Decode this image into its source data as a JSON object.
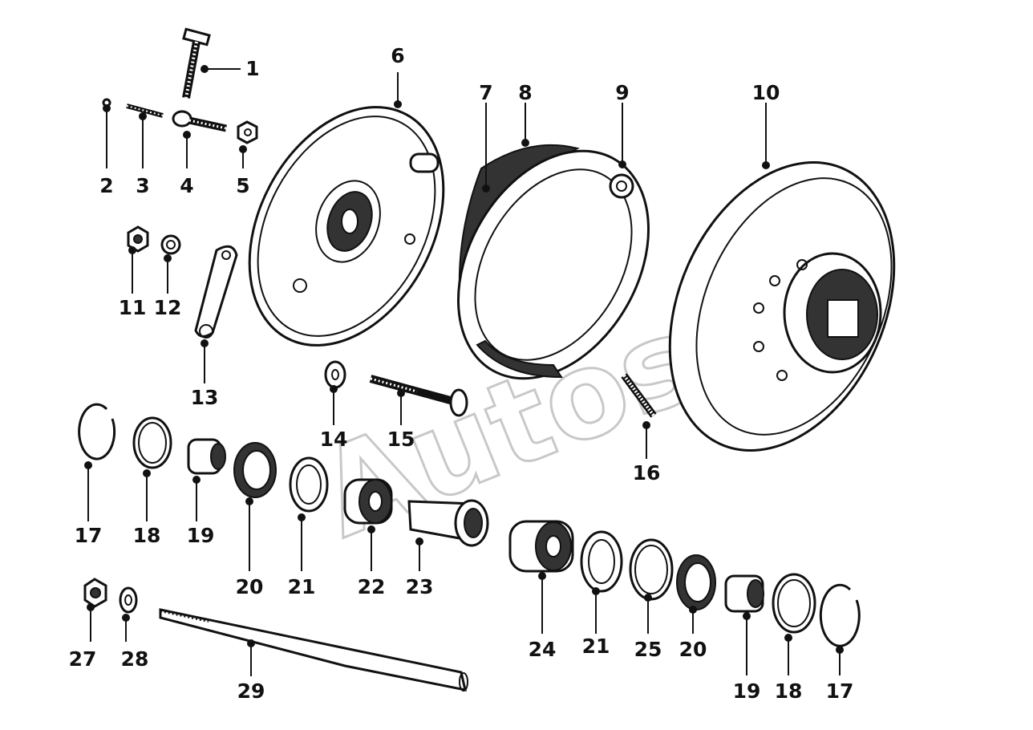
{
  "diagram": {
    "watermark": "Autosoft",
    "callouts": [
      {
        "id": "c1",
        "label": "1"
      },
      {
        "id": "c2",
        "label": "2"
      },
      {
        "id": "c3",
        "label": "3"
      },
      {
        "id": "c4",
        "label": "4"
      },
      {
        "id": "c5",
        "label": "5"
      },
      {
        "id": "c6",
        "label": "6"
      },
      {
        "id": "c7",
        "label": "7"
      },
      {
        "id": "c8",
        "label": "8"
      },
      {
        "id": "c9",
        "label": "9"
      },
      {
        "id": "c10",
        "label": "10"
      },
      {
        "id": "c11",
        "label": "11"
      },
      {
        "id": "c12",
        "label": "12"
      },
      {
        "id": "c13",
        "label": "13"
      },
      {
        "id": "c14",
        "label": "14"
      },
      {
        "id": "c15",
        "label": "15"
      },
      {
        "id": "c16",
        "label": "16"
      },
      {
        "id": "c17a",
        "label": "17"
      },
      {
        "id": "c18a",
        "label": "18"
      },
      {
        "id": "c19a",
        "label": "19"
      },
      {
        "id": "c20a",
        "label": "20"
      },
      {
        "id": "c21a",
        "label": "21"
      },
      {
        "id": "c22",
        "label": "22"
      },
      {
        "id": "c23",
        "label": "23"
      },
      {
        "id": "c24",
        "label": "24"
      },
      {
        "id": "c21b",
        "label": "21"
      },
      {
        "id": "c25",
        "label": "25"
      },
      {
        "id": "c20b",
        "label": "20"
      },
      {
        "id": "c19b",
        "label": "19"
      },
      {
        "id": "c18b",
        "label": "18"
      },
      {
        "id": "c17b",
        "label": "17"
      },
      {
        "id": "c27",
        "label": "27"
      },
      {
        "id": "c28",
        "label": "28"
      },
      {
        "id": "c29",
        "label": "29"
      }
    ]
  }
}
